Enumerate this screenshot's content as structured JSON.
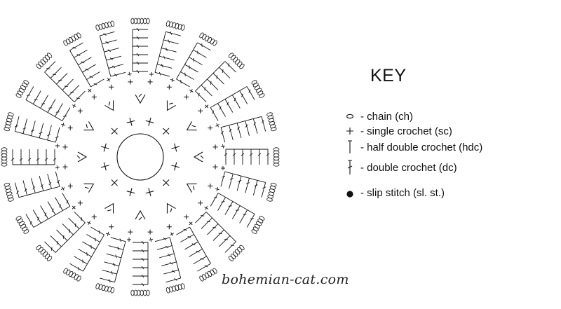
{
  "key": {
    "title": "KEY",
    "items": [
      {
        "symbol": "chain-icon",
        "label": "- chain (ch)"
      },
      {
        "symbol": "single-crochet-icon",
        "label": "- single crochet (sc)"
      },
      {
        "symbol": "half-double-crochet-icon",
        "label": "- half double crochet (hdc)"
      },
      {
        "symbol": "double-crochet-icon",
        "label": "- double crochet (dc)"
      },
      {
        "symbol": "slip-stitch-icon",
        "label": "- slip stitch (sl. st.)"
      }
    ]
  },
  "watermark": "bohemian-cat.com",
  "colors": {
    "ink": "#111111",
    "background": "#ffffff"
  }
}
